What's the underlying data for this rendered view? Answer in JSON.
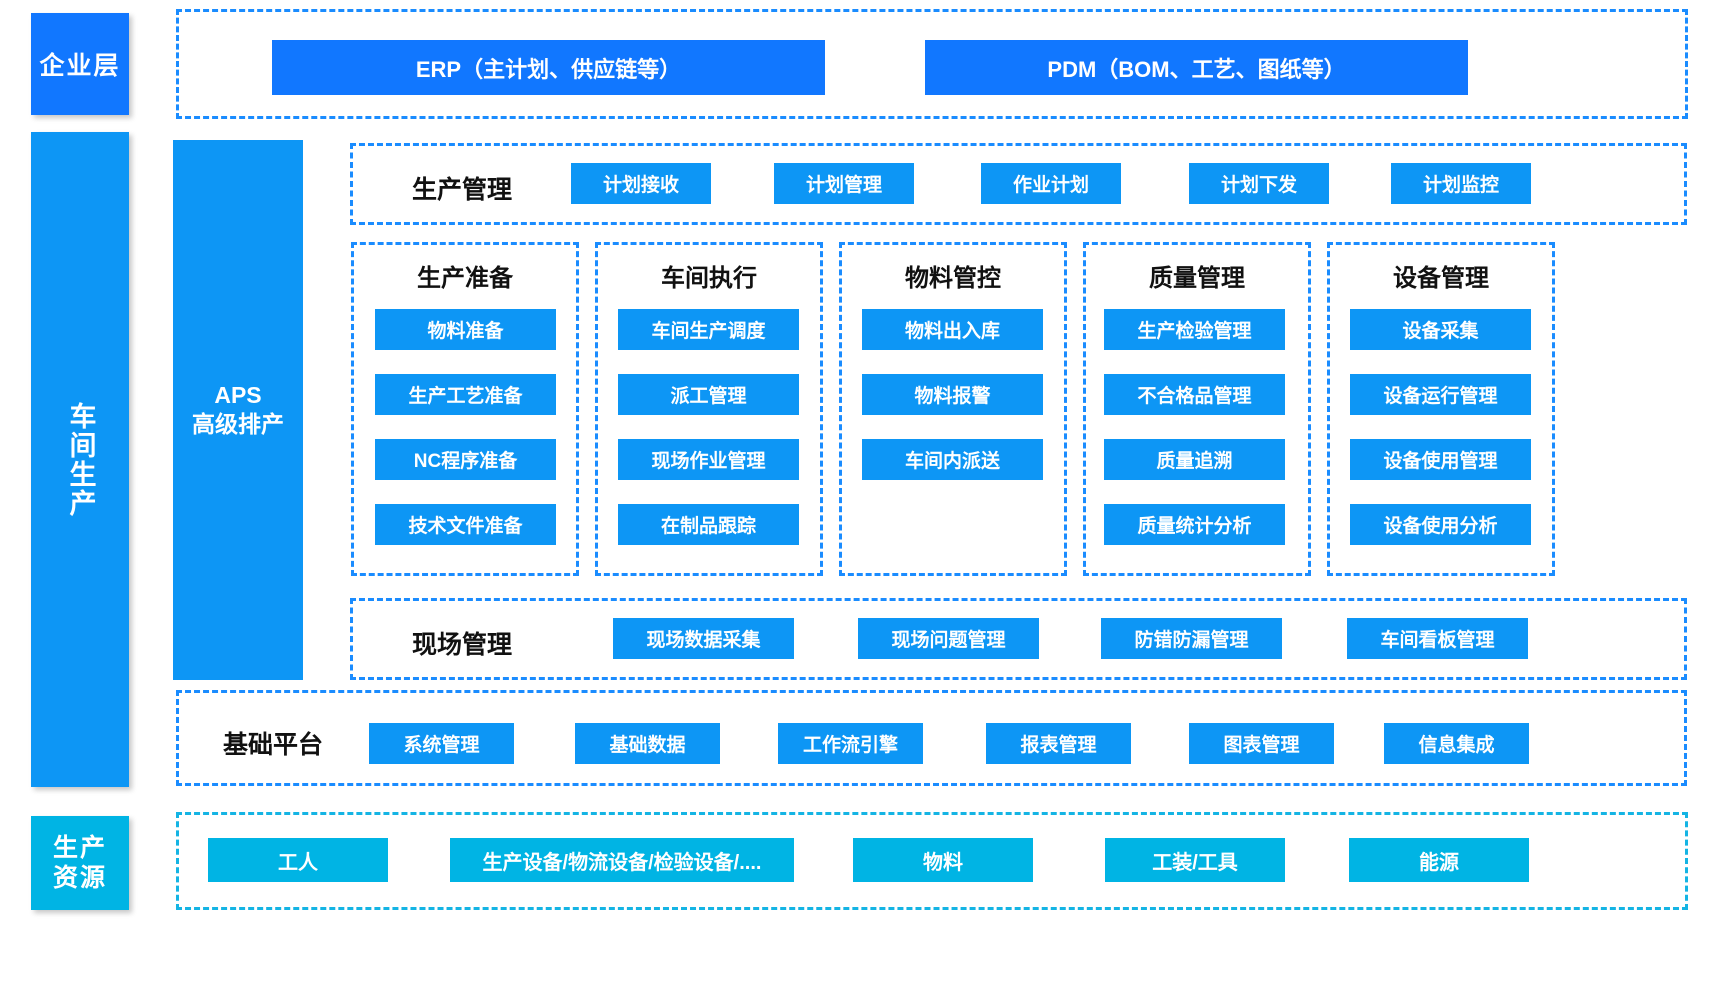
{
  "colors": {
    "deep_blue": "#1177ff",
    "blue": "#0d96f5",
    "cyan": "#00b4e4",
    "dashed_blue": "#1a8cff",
    "dashed_cyan": "#14b4e4",
    "title_black": "#111111",
    "background": "#ffffff"
  },
  "layers": {
    "enterprise": {
      "label": "企业层",
      "systems": [
        {
          "label": "ERP（主计划、供应链等）"
        },
        {
          "label": "PDM（BOM、工艺、图纸等）"
        }
      ]
    },
    "workshop": {
      "label": "车间生产",
      "aps": {
        "line1": "APS",
        "line2": "高级排产"
      },
      "production_management": {
        "title": "生产管理",
        "items": [
          {
            "label": "计划接收"
          },
          {
            "label": "计划管理"
          },
          {
            "label": "作业计划"
          },
          {
            "label": "计划下发"
          },
          {
            "label": "计划监控"
          }
        ]
      },
      "columns": [
        {
          "title": "生产准备",
          "items": [
            {
              "label": "物料准备"
            },
            {
              "label": "生产工艺准备"
            },
            {
              "label": "NC程序准备"
            },
            {
              "label": "技术文件准备"
            }
          ]
        },
        {
          "title": "车间执行",
          "items": [
            {
              "label": "车间生产调度"
            },
            {
              "label": "派工管理"
            },
            {
              "label": "现场作业管理"
            },
            {
              "label": "在制品跟踪"
            }
          ]
        },
        {
          "title": "物料管控",
          "items": [
            {
              "label": "物料出入库"
            },
            {
              "label": "物料报警"
            },
            {
              "label": "车间内派送"
            }
          ]
        },
        {
          "title": "质量管理",
          "items": [
            {
              "label": "生产检验管理"
            },
            {
              "label": "不合格品管理"
            },
            {
              "label": "质量追溯"
            },
            {
              "label": "质量统计分析"
            }
          ]
        },
        {
          "title": "设备管理",
          "items": [
            {
              "label": "设备采集"
            },
            {
              "label": "设备运行管理"
            },
            {
              "label": "设备使用管理"
            },
            {
              "label": "设备使用分析"
            }
          ]
        }
      ],
      "site_management": {
        "title": "现场管理",
        "items": [
          {
            "label": "现场数据采集"
          },
          {
            "label": "现场问题管理"
          },
          {
            "label": "防错防漏管理"
          },
          {
            "label": "车间看板管理"
          }
        ]
      },
      "base_platform": {
        "title": "基础平台",
        "items": [
          {
            "label": "系统管理"
          },
          {
            "label": "基础数据"
          },
          {
            "label": "工作流引擎"
          },
          {
            "label": "报表管理"
          },
          {
            "label": "图表管理"
          },
          {
            "label": "信息集成"
          }
        ]
      }
    },
    "resources": {
      "label": "生产资源",
      "items": [
        {
          "label": "工人"
        },
        {
          "label": "生产设备/物流设备/检验设备/...."
        },
        {
          "label": "物料"
        },
        {
          "label": "工装/工具"
        },
        {
          "label": "能源"
        }
      ]
    }
  }
}
